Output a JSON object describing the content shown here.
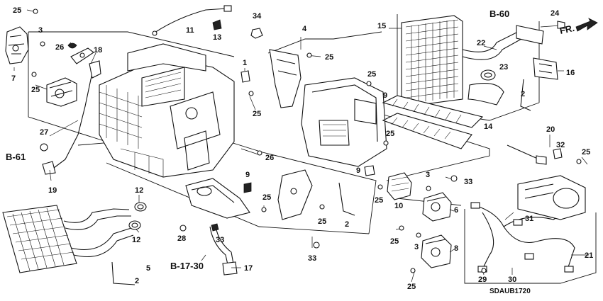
{
  "diagram": {
    "callouts": [
      {
        "id": "c25a",
        "text": "25"
      },
      {
        "id": "c3a",
        "text": "3"
      },
      {
        "id": "c7",
        "text": "7"
      },
      {
        "id": "c26a",
        "text": "26"
      },
      {
        "id": "c18",
        "text": "18"
      },
      {
        "id": "c25b",
        "text": "25"
      },
      {
        "id": "c11",
        "text": "11"
      },
      {
        "id": "c13",
        "text": "13"
      },
      {
        "id": "c34",
        "text": "34"
      },
      {
        "id": "c4",
        "text": "4"
      },
      {
        "id": "c1",
        "text": "1"
      },
      {
        "id": "c25c",
        "text": "25"
      },
      {
        "id": "c25d",
        "text": "25"
      },
      {
        "id": "c25e",
        "text": "25"
      },
      {
        "id": "c9a",
        "text": "9"
      },
      {
        "id": "c27",
        "text": "27"
      },
      {
        "id": "c26b",
        "text": "26"
      },
      {
        "id": "c19",
        "text": "19"
      },
      {
        "id": "c15",
        "text": "15"
      },
      {
        "id": "c24",
        "text": "24"
      },
      {
        "id": "c22",
        "text": "22"
      },
      {
        "id": "c23",
        "text": "23"
      },
      {
        "id": "c16",
        "text": "16"
      },
      {
        "id": "c2a",
        "text": "2"
      },
      {
        "id": "c14",
        "text": "14"
      },
      {
        "id": "c25f",
        "text": "25"
      },
      {
        "id": "c20",
        "text": "20"
      },
      {
        "id": "c32",
        "text": "32"
      },
      {
        "id": "c25g",
        "text": "25"
      },
      {
        "id": "c9b",
        "text": "9"
      },
      {
        "id": "c9c",
        "text": "9"
      },
      {
        "id": "c3b",
        "text": "3"
      },
      {
        "id": "c33a",
        "text": "33"
      },
      {
        "id": "c25h",
        "text": "25"
      },
      {
        "id": "c10",
        "text": "10"
      },
      {
        "id": "c6",
        "text": "6"
      },
      {
        "id": "c12a",
        "text": "12"
      },
      {
        "id": "c12b",
        "text": "12"
      },
      {
        "id": "c28",
        "text": "28"
      },
      {
        "id": "c33b",
        "text": "33"
      },
      {
        "id": "c25i",
        "text": "25"
      },
      {
        "id": "c25j",
        "text": "25"
      },
      {
        "id": "c2b",
        "text": "2"
      },
      {
        "id": "c25k",
        "text": "25"
      },
      {
        "id": "c3c",
        "text": "3"
      },
      {
        "id": "c8",
        "text": "8"
      },
      {
        "id": "c33c",
        "text": "33"
      },
      {
        "id": "c31",
        "text": "31"
      },
      {
        "id": "c21",
        "text": "21"
      },
      {
        "id": "c29",
        "text": "29"
      },
      {
        "id": "c30",
        "text": "30"
      },
      {
        "id": "c25l",
        "text": "25"
      },
      {
        "id": "c5",
        "text": "5"
      },
      {
        "id": "c2c",
        "text": "2"
      },
      {
        "id": "c17",
        "text": "17"
      }
    ],
    "references": {
      "b60": "B-60",
      "b61": "B-61",
      "b1730": "B-17-30",
      "front": "FR."
    },
    "diagram_code": "SDAUB1720"
  }
}
